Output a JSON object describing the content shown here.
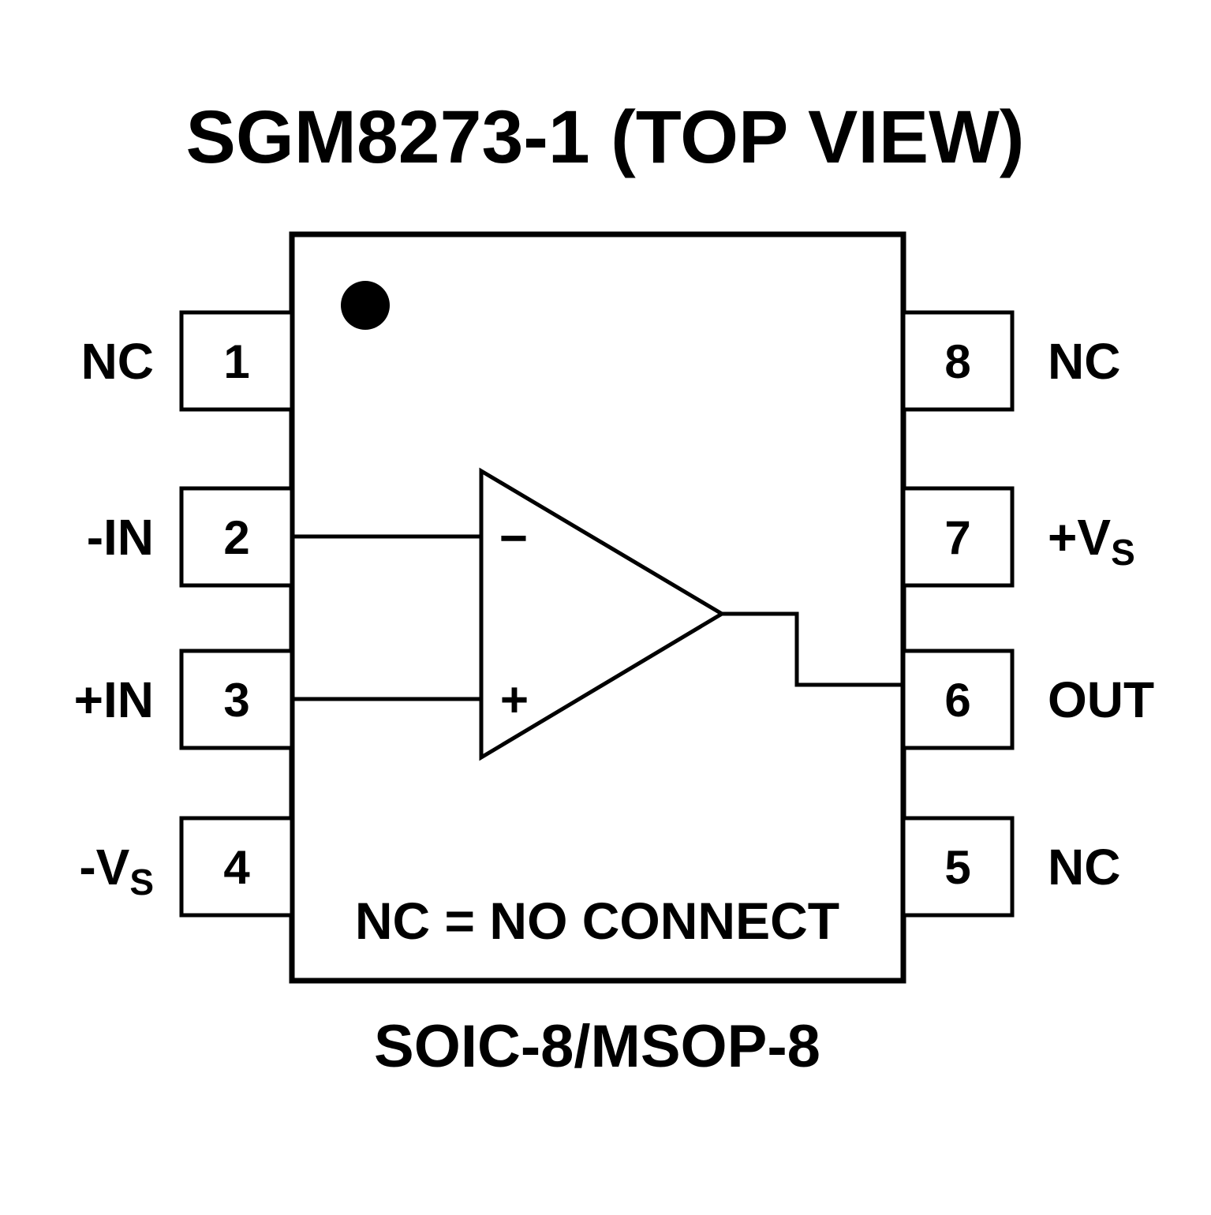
{
  "title": "SGM8273-1 (TOP VIEW)",
  "package_label": "SOIC-8/MSOP-8",
  "note": "NC = NO CONNECT",
  "colors": {
    "ink": "#000000",
    "background": "#ffffff"
  },
  "opamp": {
    "minus": "−",
    "plus": "+"
  },
  "pins": {
    "left": [
      {
        "num": "1",
        "name": "NC",
        "sub": ""
      },
      {
        "num": "2",
        "name": "-IN",
        "sub": ""
      },
      {
        "num": "3",
        "name": "+IN",
        "sub": ""
      },
      {
        "num": "4",
        "name": "-V",
        "sub": "S"
      }
    ],
    "right": [
      {
        "num": "8",
        "name": "NC",
        "sub": ""
      },
      {
        "num": "7",
        "name": "+V",
        "sub": "S"
      },
      {
        "num": "6",
        "name": "OUT",
        "sub": ""
      },
      {
        "num": "5",
        "name": "NC",
        "sub": ""
      }
    ]
  }
}
